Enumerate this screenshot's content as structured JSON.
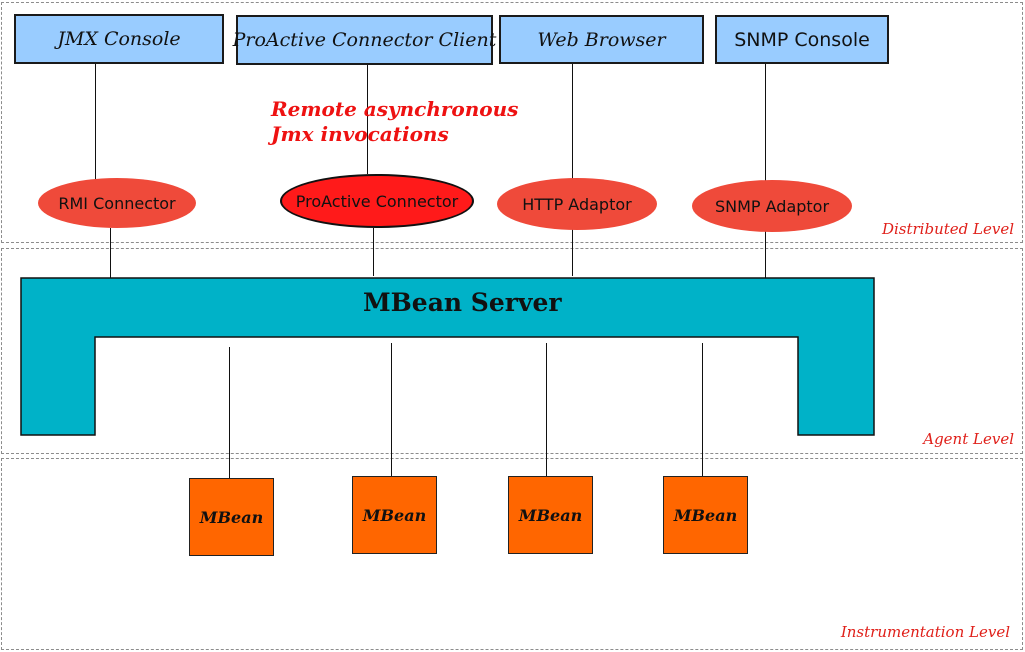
{
  "levels": {
    "distributed": "Distributed Level",
    "agent": "Agent Level",
    "instrumentation": "Instrumentation Level"
  },
  "clients": [
    {
      "label": "JMX Console"
    },
    {
      "label": "ProActive Connector Client"
    },
    {
      "label": "Web Browser"
    },
    {
      "label": "SNMP Console"
    }
  ],
  "connectors": [
    {
      "label": "RMI Connector"
    },
    {
      "label": "ProActive Connector"
    },
    {
      "label": "HTTP Adaptor"
    },
    {
      "label": "SNMP Adaptor"
    }
  ],
  "annotation": {
    "line1": "Remote asynchronous",
    "line2": "Jmx invocations"
  },
  "server": {
    "label": "MBean Server"
  },
  "mbeans": [
    {
      "label": "MBean"
    },
    {
      "label": "MBean"
    },
    {
      "label": "MBean"
    },
    {
      "label": "MBean"
    }
  ],
  "colors": {
    "client_fill": "#99ccff",
    "connector_fill": "#ef4a3a",
    "proactive_connector_fill": "#ff1a1a",
    "server_fill": "#00b2c8",
    "mbean_fill": "#ff6600",
    "level_label": "#e0201a",
    "annotation": "#ee1111"
  }
}
